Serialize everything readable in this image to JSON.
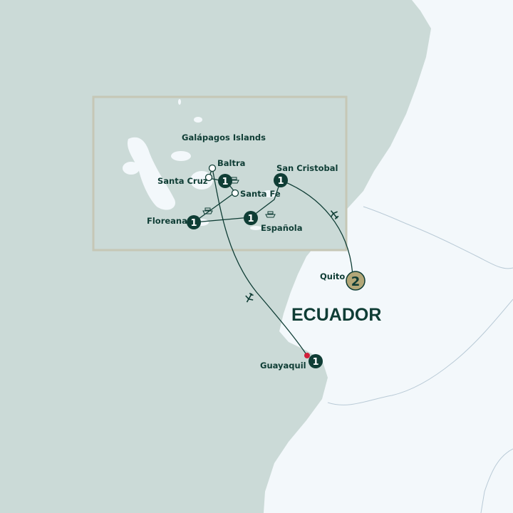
{
  "map": {
    "country_label": "ECUADOR",
    "inset_title": "Galápagos Islands",
    "colors": {
      "sea": "#cbdad7",
      "land": "#f3f8fb",
      "marker": "#0f3d35",
      "highlight": "#b3a778",
      "port": "#d11f3a"
    },
    "stops": [
      {
        "name": "Baltra",
        "nights": null
      },
      {
        "name": "Santa Cruz",
        "nights": null
      },
      {
        "name": "Santa Fe",
        "nights": null
      },
      {
        "name": "Floreana",
        "nights": "1"
      },
      {
        "name": "Española",
        "nights": "1"
      },
      {
        "name": "San Cristobal",
        "nights": "1"
      },
      {
        "name": "Quito",
        "nights": "2"
      },
      {
        "name": "Guayaquil",
        "nights": "1"
      }
    ],
    "cruise_night_marker": "1",
    "icons": [
      "ship-icon",
      "plane-icon"
    ]
  }
}
